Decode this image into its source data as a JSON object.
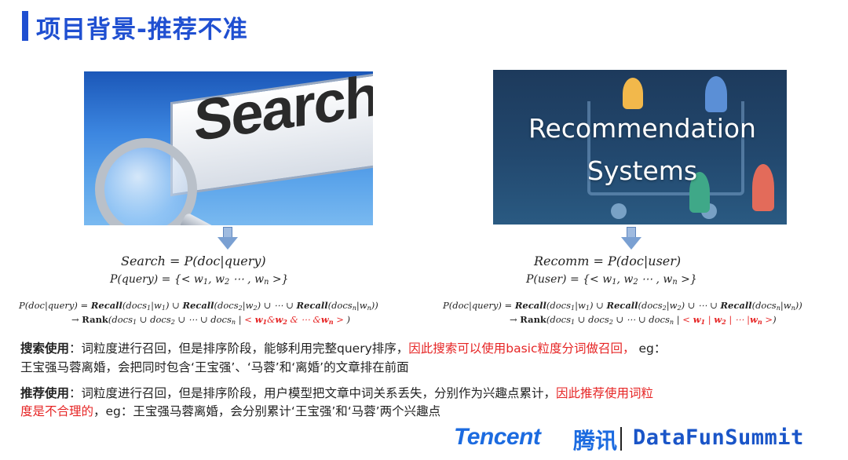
{
  "title": "项目背景-推荐不准",
  "images": {
    "search_word": "Search",
    "recommendation_line1": "Recommendation",
    "recommendation_line2": "Systems"
  },
  "formulas": {
    "left": {
      "eq1": "Search = P(doc|query)",
      "eq2_prefix": "P(query) = {< w",
      "recall_line": "P(doc|query) = Recall(docs1|w1) ∪ Recall(docs2|w2) ∪ ⋯ ∪ Recall(docsn|wn))",
      "rank_prefix": "→ Rank(docs1 ∪ docs2 ∪ ⋯ ∪ docsn | ",
      "rank_red": "< w1&w2 & ⋯ &wn >",
      "rank_suffix": ")"
    },
    "right": {
      "eq1": "Recomm = P(doc|user)",
      "recall_line": "P(doc|query) = Recall(docs1|w1) ∪ Recall(docs2|w2) ∪ ⋯ ∪ Recall(docsn|wn))",
      "rank_prefix": "→ Rank(docs1 ∪ docs2 ∪ ⋯ ∪ docsn | ",
      "rank_red": "< w1 | w2 | ⋯ |wn >",
      "rank_suffix": ")"
    }
  },
  "paragraphs": {
    "search": {
      "keyword": "搜索使用",
      "text1": "：词粒度进行召回，但是排序阶段，能够利用完整query排序，",
      "red": "因此搜索可以使用basic粒度分词做召回，",
      "text2": " eg：",
      "line2": "王宝强马蓉离婚，会把同时包含‘王宝强’、‘马蓉’和‘离婚’的文章排在前面"
    },
    "recommend": {
      "keyword": "推荐使用",
      "text1": "：词粒度进行召回，但是排序阶段，用户模型把文章中词关系丢失，分别作为兴趣点累计，",
      "red1": "因此推荐使用词粒",
      "red2": "度是不合理的",
      "line2": "，eg：王宝强马蓉离婚，会分别累计‘王宝强’和‘马蓉’两个兴趣点"
    }
  },
  "footer": {
    "tencent_en": "Tencent",
    "tencent_cn": "腾讯",
    "datafun": "DataFunSummit"
  },
  "colors": {
    "title_blue": "#1f4fd1",
    "highlight_red": "#e62525",
    "tencent_blue": "#1c6be0"
  }
}
